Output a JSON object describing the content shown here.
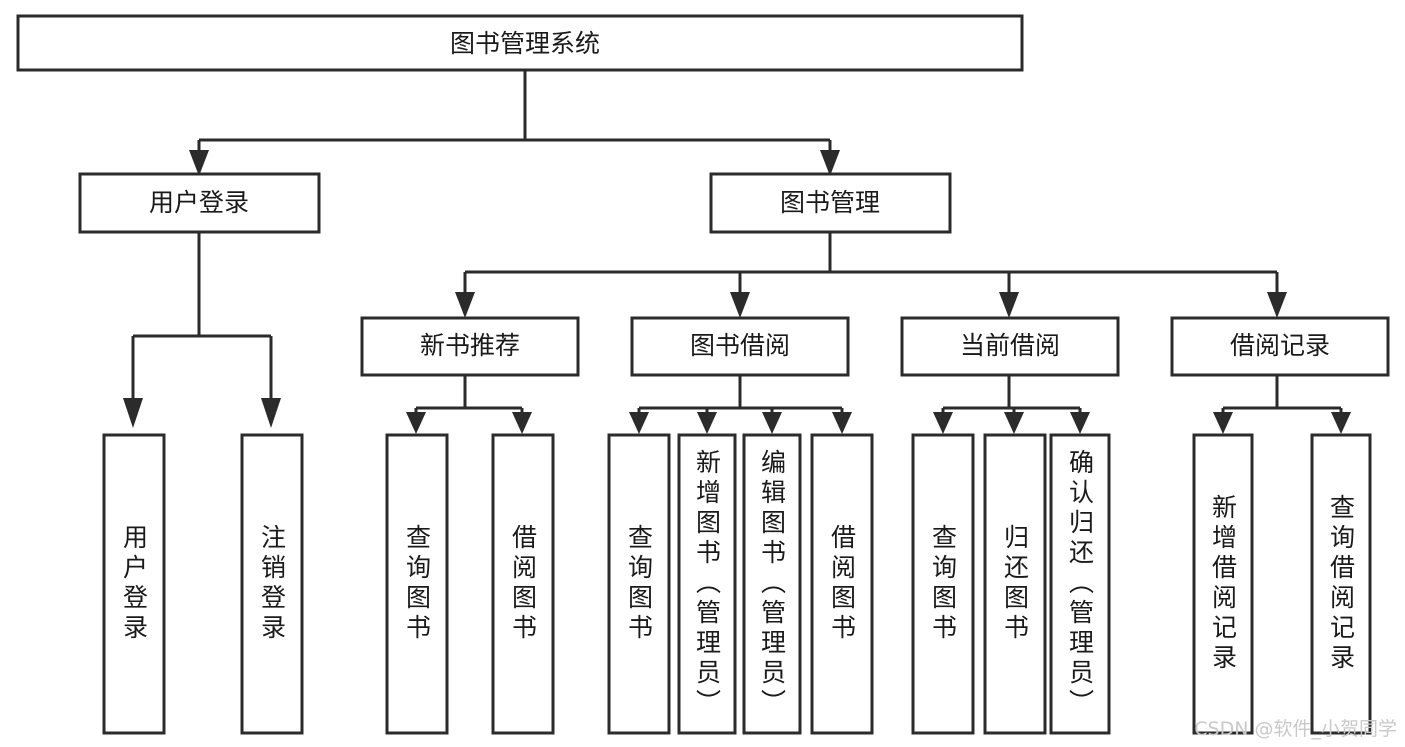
{
  "diagram": {
    "title": "图书管理系统",
    "watermark": "CSDN @软件_小贺同学",
    "colors": {
      "stroke": "#2b2b2b",
      "fill": "#ffffff",
      "text": "#1a1a1a",
      "watermark": "#c9c9c9"
    },
    "root": {
      "id": "root",
      "label": "图书管理系统"
    },
    "level2": [
      {
        "id": "user-login",
        "label": "用户登录"
      },
      {
        "id": "book-management",
        "label": "图书管理"
      }
    ],
    "level3": [
      {
        "id": "new-book-recommend",
        "label": "新书推荐"
      },
      {
        "id": "book-borrow",
        "label": "图书借阅"
      },
      {
        "id": "current-borrow",
        "label": "当前借阅"
      },
      {
        "id": "borrow-record",
        "label": "借阅记录"
      }
    ],
    "leaves": {
      "user_login": [
        {
          "id": "leaf-user-login",
          "label": "用户登录"
        },
        {
          "id": "leaf-logout-login",
          "label": "注销登录"
        }
      ],
      "new_book_recommend": [
        {
          "id": "leaf-query-book-1",
          "label": "查询图书"
        },
        {
          "id": "leaf-borrow-book-1",
          "label": "借阅图书"
        }
      ],
      "book_borrow": [
        {
          "id": "leaf-query-book-2",
          "label": "查询图书"
        },
        {
          "id": "leaf-add-book-admin",
          "label": "新增图书（管理员）"
        },
        {
          "id": "leaf-edit-book-admin",
          "label": "编辑图书（管理员）"
        },
        {
          "id": "leaf-borrow-book-2",
          "label": "借阅图书"
        }
      ],
      "current_borrow": [
        {
          "id": "leaf-query-book-3",
          "label": "查询图书"
        },
        {
          "id": "leaf-return-book",
          "label": "归还图书"
        },
        {
          "id": "leaf-confirm-return-admin",
          "label": "确认归还（管理员）"
        }
      ],
      "borrow_record": [
        {
          "id": "leaf-add-borrow-record",
          "label": "新增借阅记录"
        },
        {
          "id": "leaf-query-borrow-record",
          "label": "查询借阅记录"
        }
      ]
    }
  }
}
